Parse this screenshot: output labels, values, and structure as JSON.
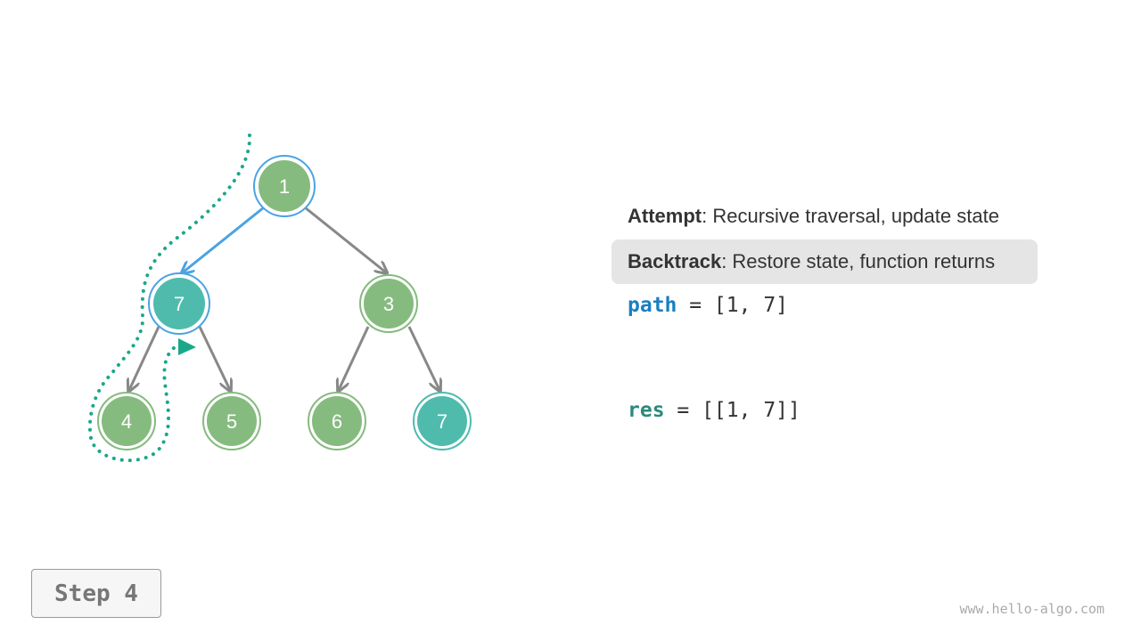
{
  "tree": {
    "nodes": [
      {
        "id": "root",
        "label": "1",
        "status": "path"
      },
      {
        "id": "left",
        "label": "7",
        "status": "current"
      },
      {
        "id": "right",
        "label": "3",
        "status": "default"
      },
      {
        "id": "left-left",
        "label": "4",
        "status": "default"
      },
      {
        "id": "left-right",
        "label": "5",
        "status": "default"
      },
      {
        "id": "right-left",
        "label": "6",
        "status": "default"
      },
      {
        "id": "right-right",
        "label": "7",
        "status": "solution"
      }
    ],
    "colors": {
      "node_fill": "#86bb7f",
      "node_ring": "#86bb7f",
      "highlight_fill": "#4fbbad",
      "path_ring": "#4ba3e3",
      "edge": "#888888",
      "active_edge": "#4ba3e3",
      "traversal": "#1aa88a"
    }
  },
  "legend": {
    "attempt": {
      "term": "Attempt",
      "text": ": Recursive traversal, update state"
    },
    "backtrack": {
      "term": "Backtrack",
      "text": ": Restore state, function returns",
      "active": true
    }
  },
  "code": {
    "path_name": "path",
    "path_value": " = [1, 7]",
    "res_name": "res",
    "res_value": " = [[1, 7]]"
  },
  "step": {
    "label": "Step 4"
  },
  "watermark": "www.hello-algo.com"
}
